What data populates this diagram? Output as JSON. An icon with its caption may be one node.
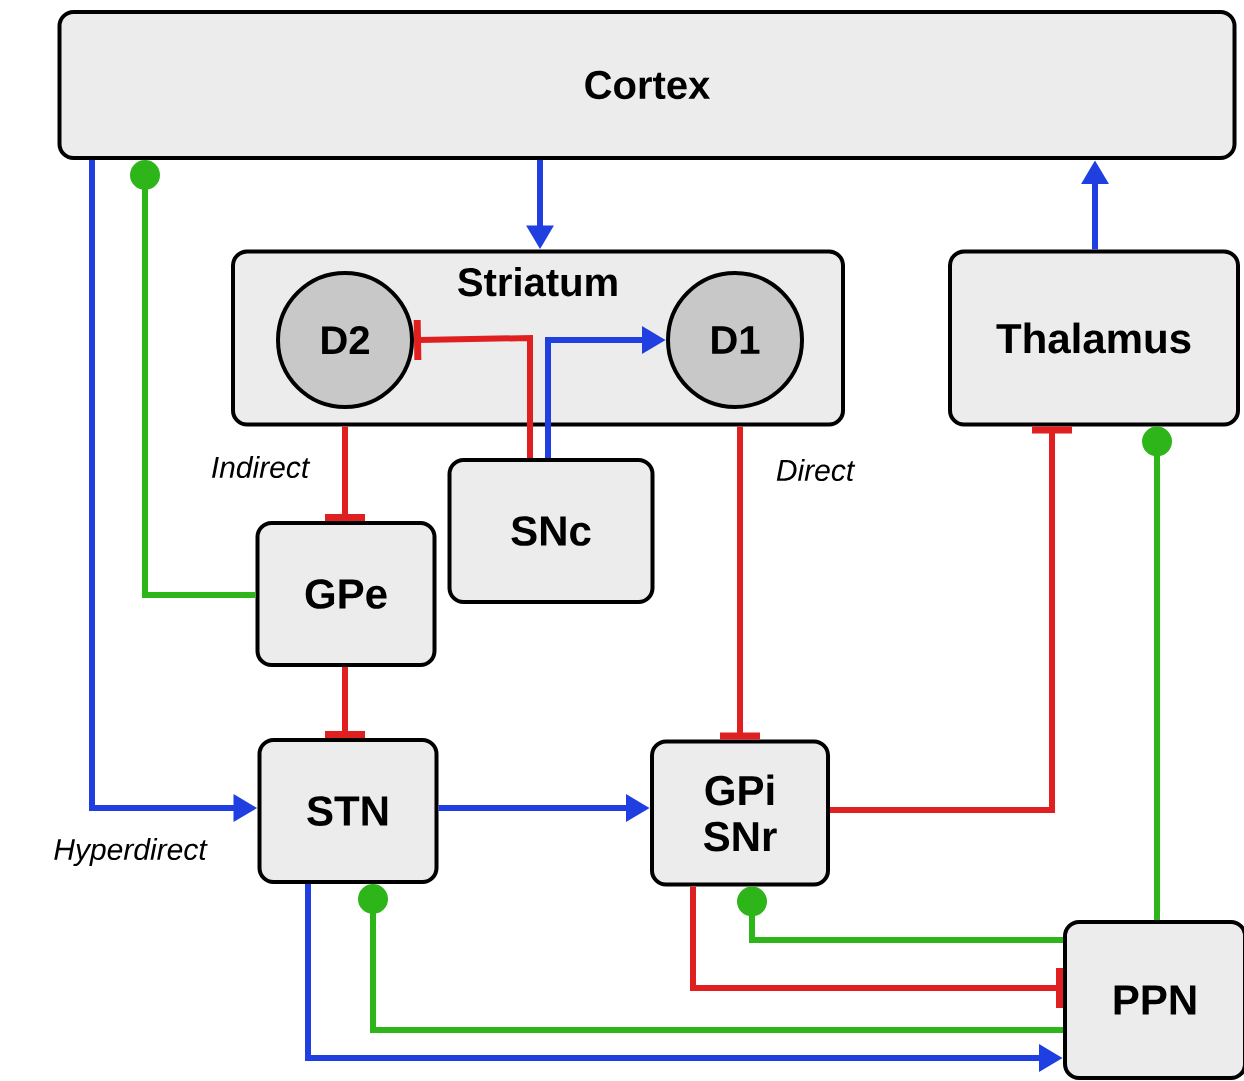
{
  "diagram": {
    "nodes": [
      {
        "text": [
          "Cortex"
        ]
      },
      {
        "text": [
          "Striatum"
        ]
      },
      {
        "text": [
          "D2"
        ],
        "in": 1
      },
      {
        "text": [
          "D1"
        ],
        "in": 1
      },
      {
        "text": [
          "Thalamus"
        ]
      },
      {
        "text": [
          "SNc"
        ]
      },
      {
        "text": [
          "GPe"
        ]
      },
      {
        "text": [
          "STN"
        ]
      },
      {
        "text": [
          "GPi SNr"
        ]
      },
      {
        "text": [
          "PPN"
        ]
      }
    ],
    "edges": [
      {
        "from": 0,
        "to": 1,
        "arrow": "to",
        "color": "#1f3fe0"
      },
      {
        "from": 4,
        "to": 0,
        "arrow": "to",
        "color": "#1f3fe0"
      },
      {
        "from": 0,
        "to": 7,
        "arrow": "to",
        "color": "#1f3fe0",
        "label": "Hyperdirect"
      },
      {
        "from": 6,
        "to": 0,
        "arrow": "other",
        "color": "#2db51a"
      },
      {
        "from": 5,
        "to": 2,
        "arrow": "other",
        "color": "#e02020"
      },
      {
        "from": 5,
        "to": 3,
        "arrow": "to",
        "color": "#1f3fe0"
      },
      {
        "from": 1,
        "to": 6,
        "arrow": "other",
        "color": "#e02020",
        "label": "Indirect"
      },
      {
        "from": 1,
        "to": 8,
        "arrow": "other",
        "color": "#e02020",
        "label": "Direct"
      },
      {
        "from": 6,
        "to": 7,
        "arrow": "other",
        "color": "#e02020"
      },
      {
        "from": 7,
        "to": 8,
        "arrow": "to",
        "color": "#1f3fe0"
      },
      {
        "from": 8,
        "to": 4,
        "arrow": "other",
        "color": "#e02020"
      },
      {
        "from": 9,
        "to": 4,
        "arrow": "other",
        "color": "#2db51a"
      },
      {
        "from": 9,
        "to": 8,
        "arrow": "other",
        "color": "#2db51a"
      },
      {
        "from": 8,
        "to": 9,
        "arrow": "other",
        "color": "#e02020"
      },
      {
        "from": 9,
        "to": 7,
        "arrow": "other",
        "color": "#2db51a"
      },
      {
        "from": 7,
        "to": 9,
        "arrow": "to",
        "color": "#1f3fe0"
      }
    ]
  }
}
